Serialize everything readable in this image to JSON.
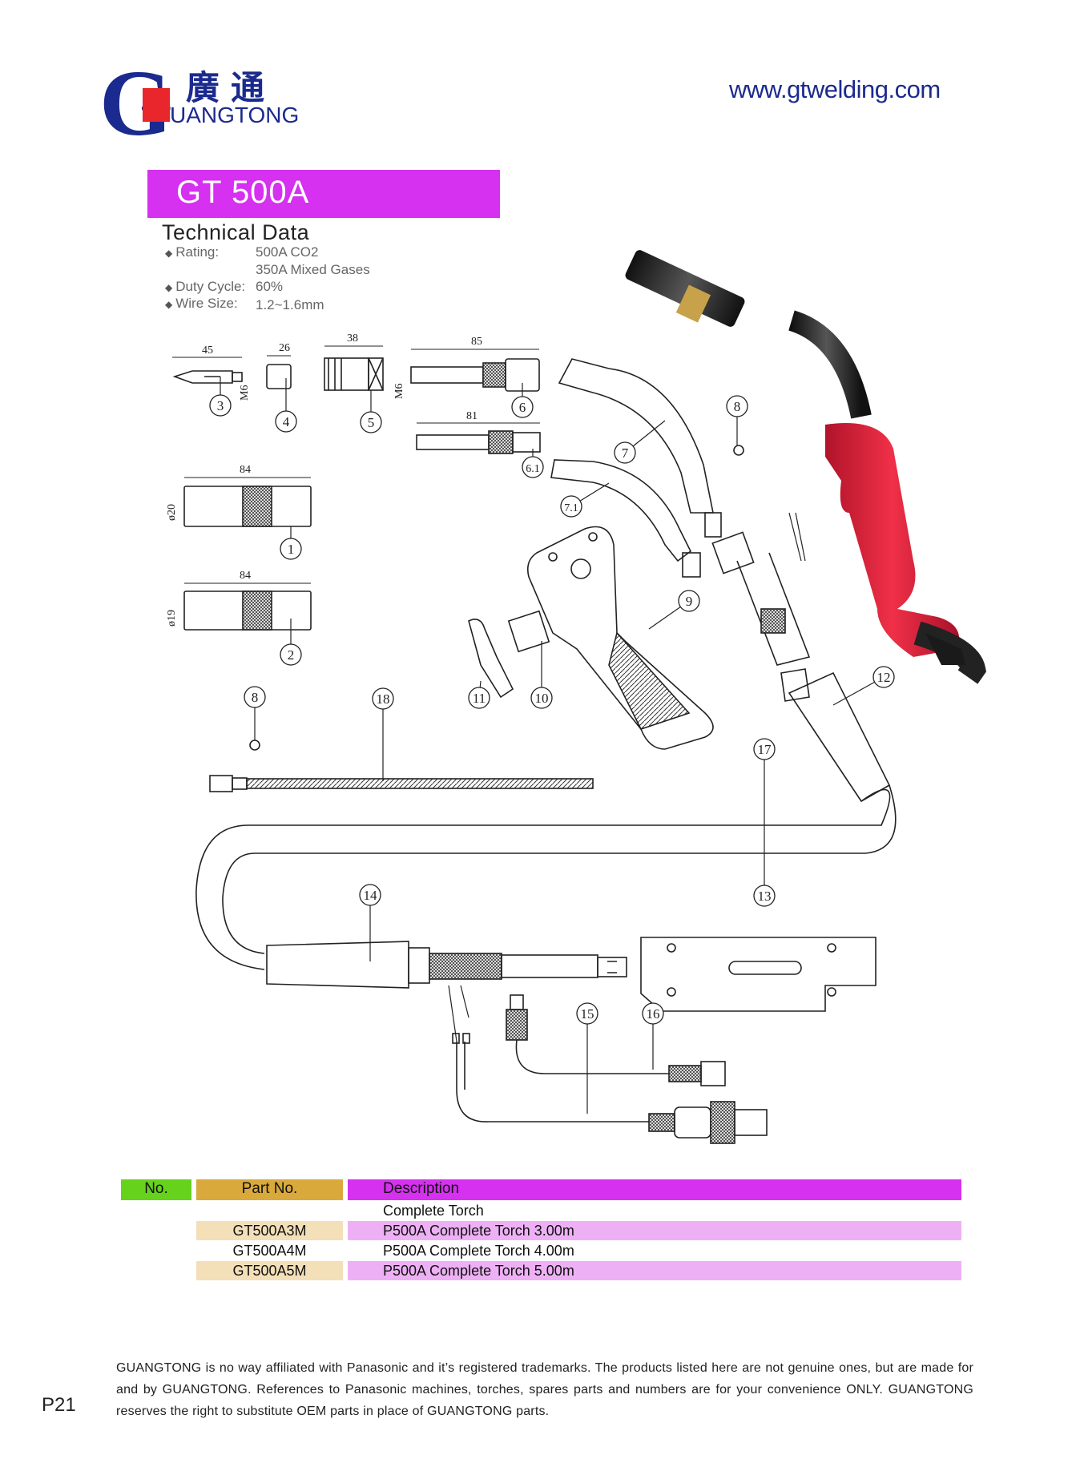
{
  "header": {
    "logo_letter": "G",
    "logo_chinese": "廣通",
    "logo_english": "UANGTONG",
    "website": "www.gtwelding.com"
  },
  "model": {
    "title": "GT 500A",
    "tech_heading": "Technical Data"
  },
  "specs": {
    "rating_label": "Rating:",
    "rating_values": [
      "500A CO2",
      "350A Mixed Gases"
    ],
    "duty_label": "Duty Cycle:",
    "duty_value": "60%",
    "wire_label": "Wire Size:",
    "wire_value": "1.2~1.6mm"
  },
  "diagram": {
    "dimensions": [
      "45",
      "26",
      "38",
      "85",
      "81",
      "84",
      "84",
      "M6",
      "M6",
      "ø20",
      "ø19"
    ],
    "callouts": [
      "1",
      "2",
      "3",
      "4",
      "5",
      "6",
      "6.1",
      "7",
      "7.1",
      "8",
      "8",
      "9",
      "10",
      "11",
      "12",
      "13",
      "14",
      "15",
      "16",
      "17",
      "18"
    ]
  },
  "table": {
    "headers": {
      "no": "No.",
      "part": "Part No.",
      "desc": "Description"
    },
    "rows": [
      {
        "no": "",
        "part": "",
        "desc": "Complete Torch"
      },
      {
        "no": "",
        "part": "GT500A3M",
        "desc": "P500A Complete Torch 3.00m"
      },
      {
        "no": "",
        "part": "GT500A4M",
        "desc": "P500A Complete Torch 4.00m"
      },
      {
        "no": "",
        "part": "GT500A5M",
        "desc": "P500A Complete Torch 5.00m"
      }
    ]
  },
  "footer": {
    "disclaimer": "GUANGTONG is no way affiliated with Panasonic and it’s registered trademarks. The products listed here are not genuine ones, but are made for and by GUANGTONG. References to Panasonic machines, torches, spares parts and numbers are for your convenience ONLY. GUANGTONG reserves the right to substitute OEM parts in place of GUANGTONG parts.",
    "page_number": "P21"
  },
  "colors": {
    "brand_blue": "#1b2a8e",
    "banner_magenta": "#d630f0",
    "header_green": "#66d21c",
    "header_gold": "#d9a93c",
    "handle_red": "#e2203a"
  }
}
